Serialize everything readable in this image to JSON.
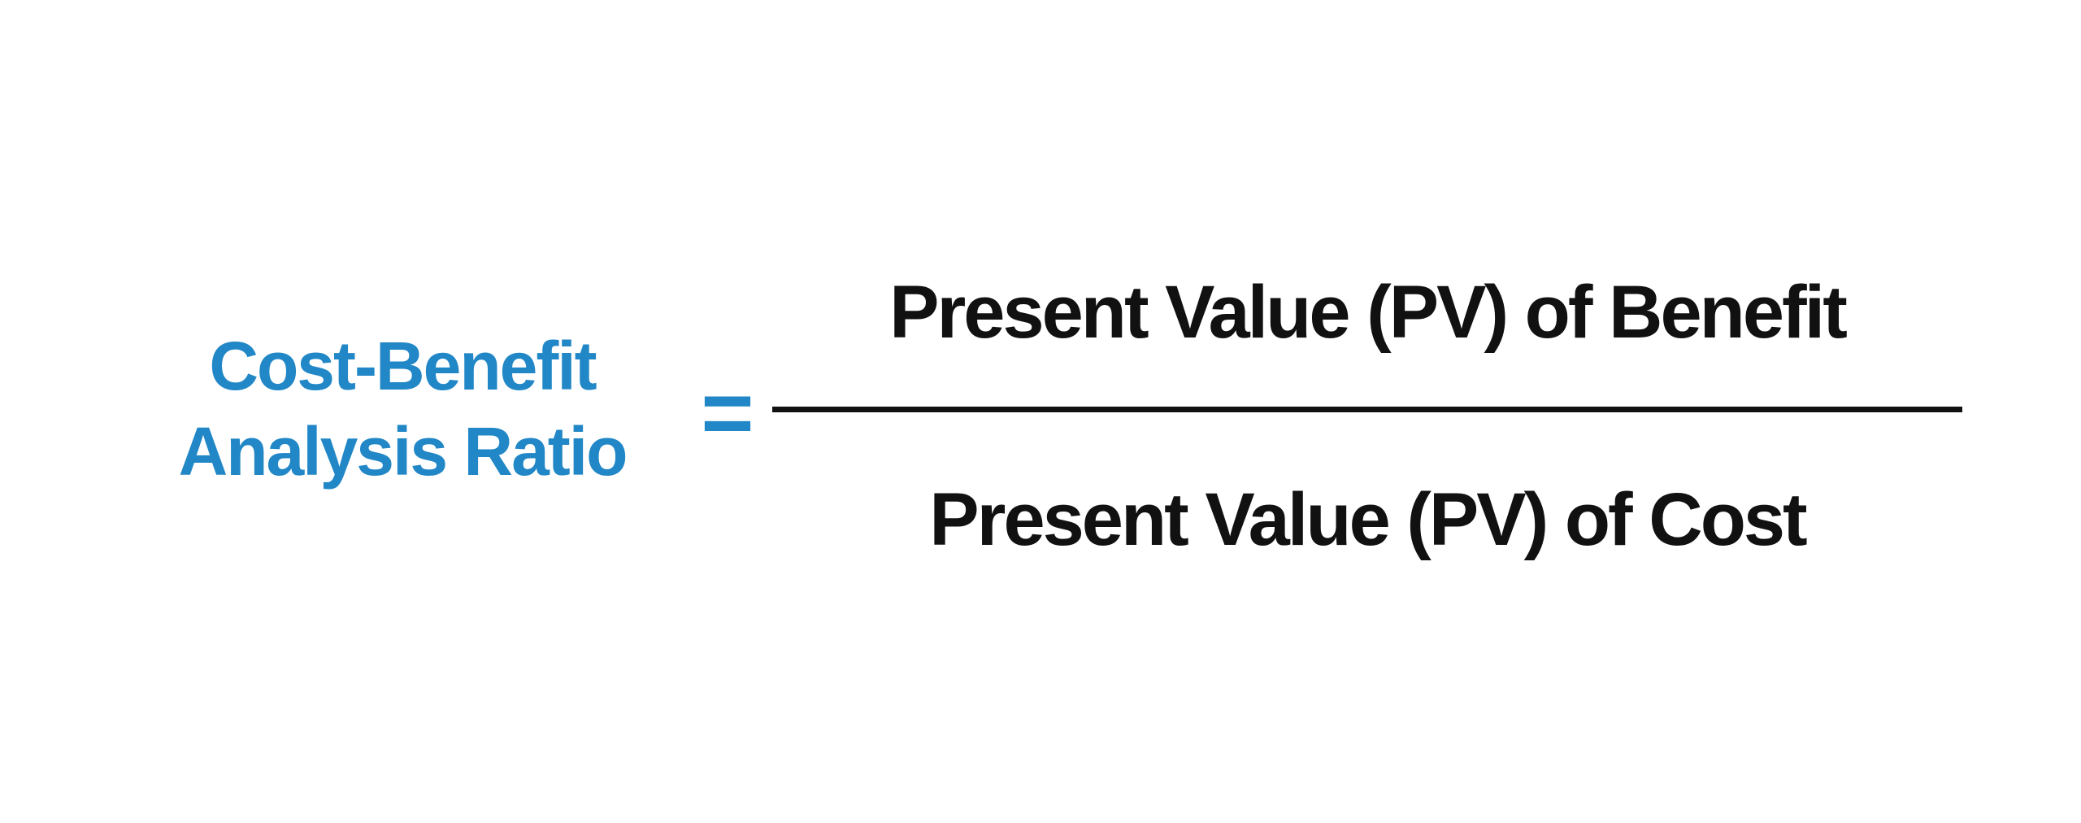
{
  "colors": {
    "accent_blue": "#2187C6",
    "text_black": "#111111",
    "background": "#ffffff"
  },
  "formula": {
    "title_line1": "Cost-Benefit",
    "title_line2": "Analysis Ratio",
    "equals_symbol": "=",
    "numerator": "Present Value (PV) of Benefit",
    "denominator": "Present Value (PV) of Cost"
  }
}
